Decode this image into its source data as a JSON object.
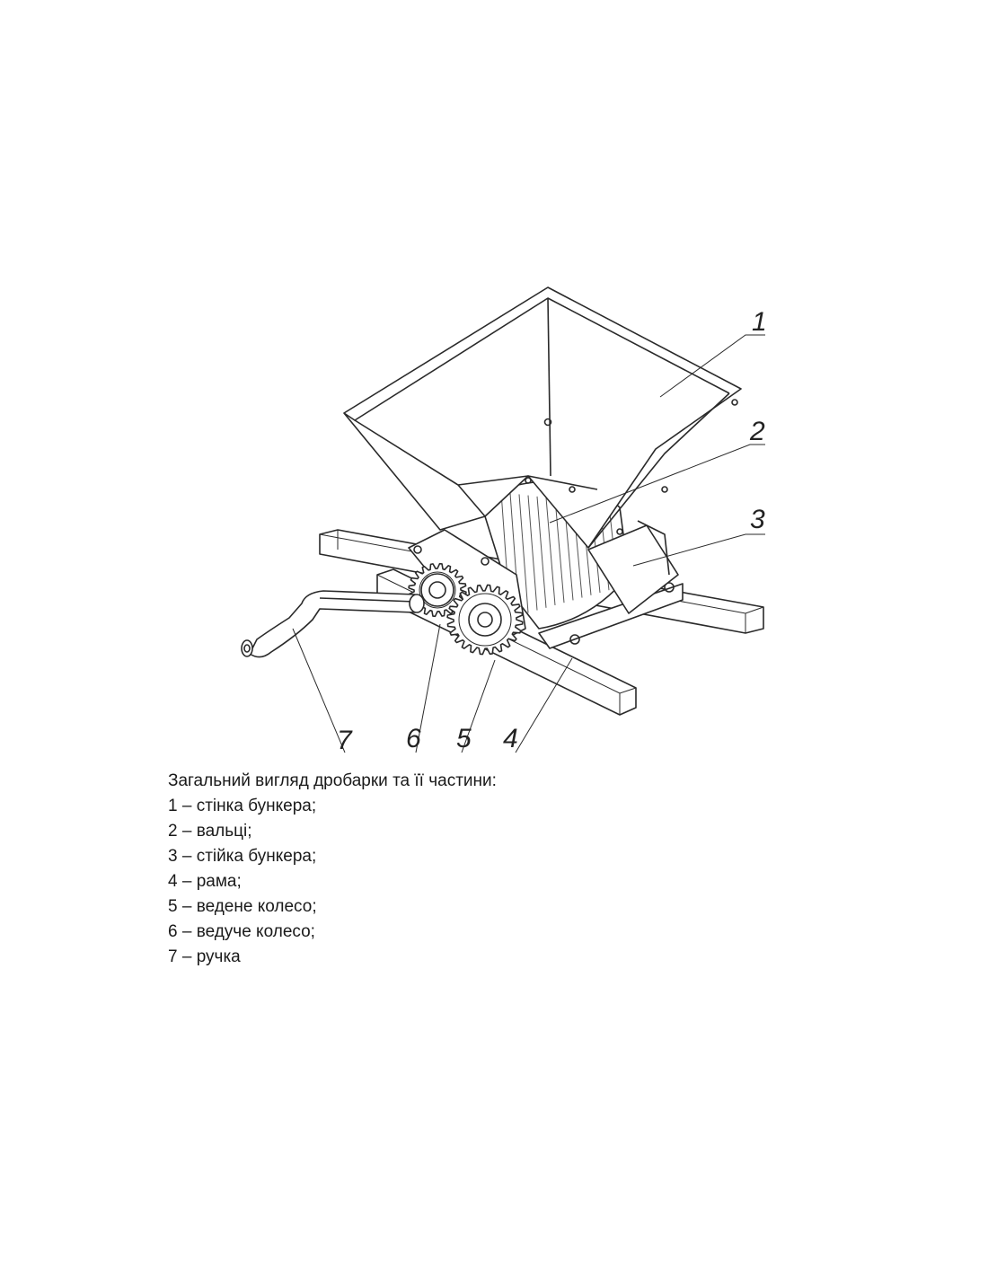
{
  "callouts": [
    "1",
    "2",
    "3",
    "4",
    "5",
    "6",
    "7"
  ],
  "caption": "Загальний вигляд дробарки та її частини:",
  "parts": [
    "1 – стінка бункера;",
    "2 – вальці;",
    "3 – стійка бункера;",
    "4 – рама;",
    "5 – ведене колесо;",
    "6 – ведуче колесо;",
    "7 – ручка"
  ]
}
